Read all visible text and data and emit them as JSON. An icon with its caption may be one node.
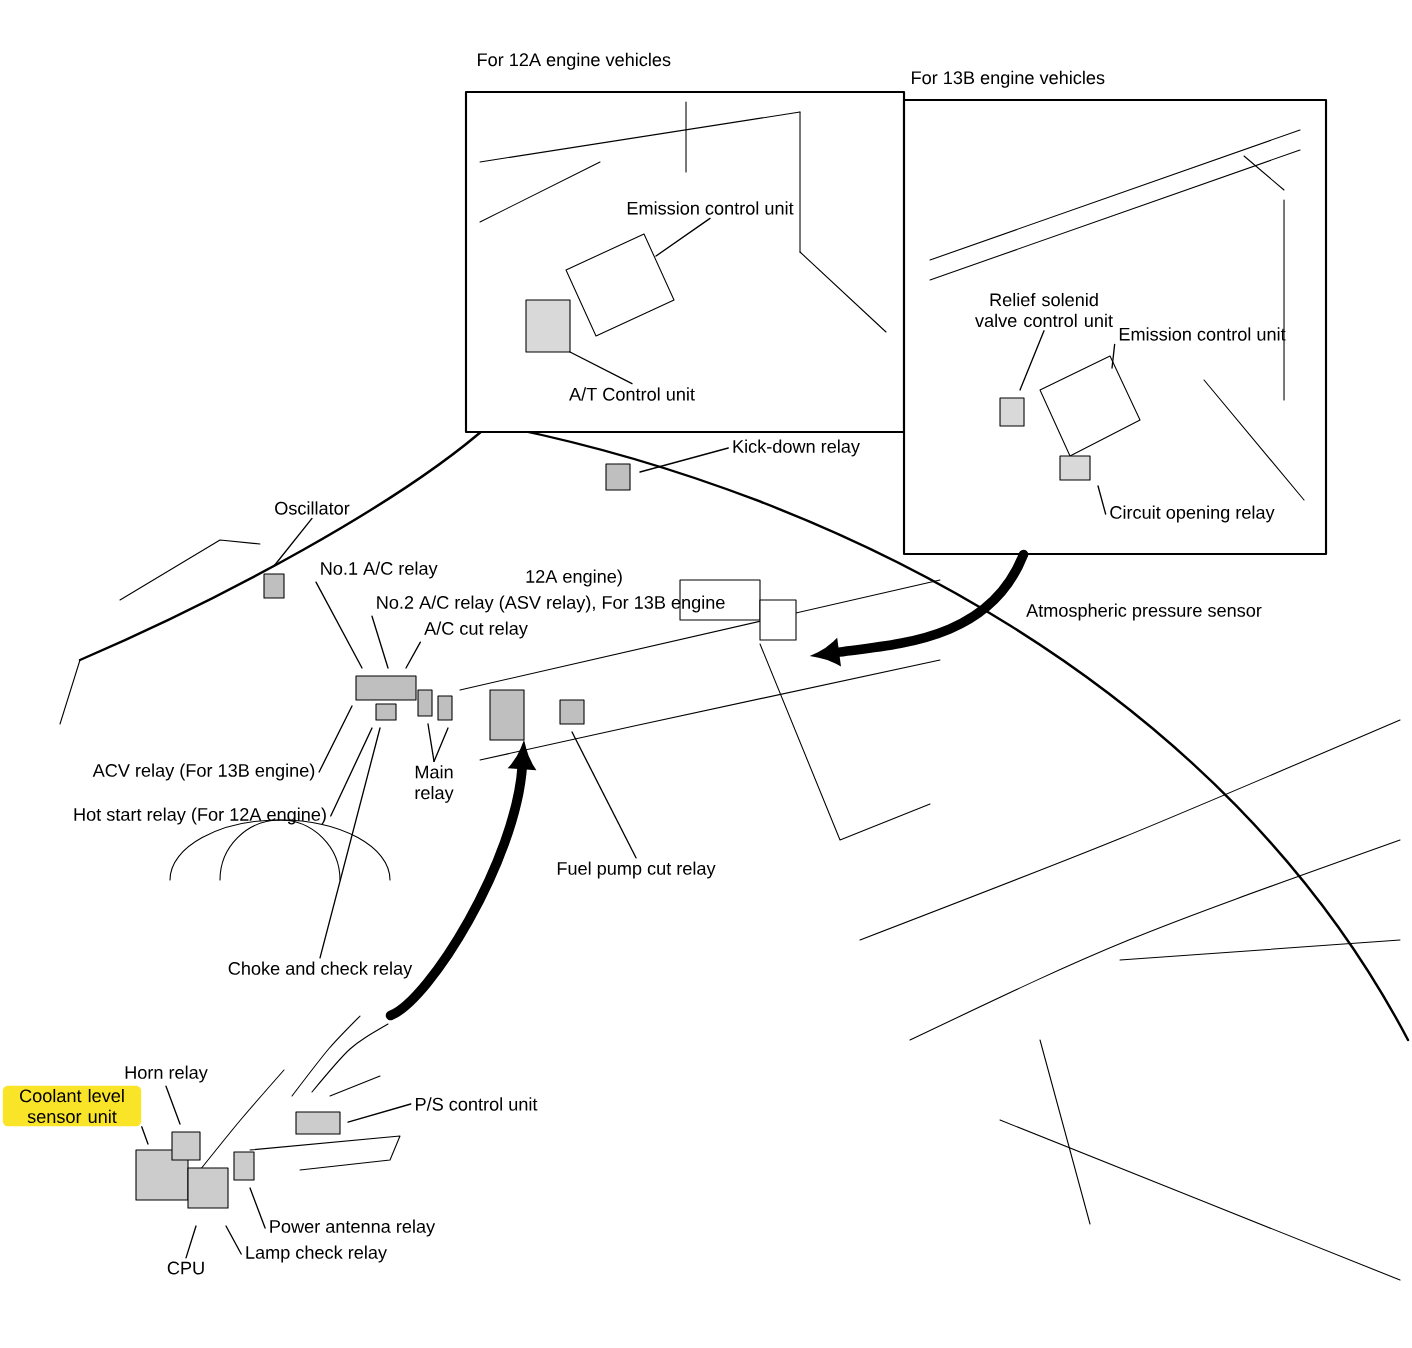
{
  "diagram": {
    "nodes": [
      {
        "text": [
          "For 12A engine vehicles"
        ]
      },
      {
        "text": [
          "Emission control unit"
        ],
        "in": 0
      },
      {
        "text": [
          "A/T Control unit"
        ],
        "in": 0
      },
      {
        "text": [
          "For 13B engine vehicles"
        ]
      },
      {
        "text": [
          "Relief solenid valve control unit"
        ],
        "in": 3
      },
      {
        "text": [
          "Emission control unit"
        ],
        "in": 3
      },
      {
        "text": [
          "Circuit opening relay"
        ],
        "in": 3
      },
      {
        "text": [
          "Kick-down relay"
        ]
      },
      {
        "text": [
          "Oscillator"
        ]
      },
      {
        "text": [
          "No.1 A/C relay"
        ]
      },
      {
        "text": [
          "No.2 A/C relay (ASV relay), For 13B engine"
        ]
      },
      {
        "text": [
          "A/C cut relay"
        ]
      },
      {
        "text": [
          "ACV relay (For 13B engine)"
        ]
      },
      {
        "text": [
          "Hot start relay (For 12A engine)"
        ]
      },
      {
        "text": [
          "Main relay"
        ]
      },
      {
        "text": [
          "Fuel pump cut relay"
        ]
      },
      {
        "text": [
          "Choke and check relay"
        ]
      },
      {
        "text": [
          "Horn relay"
        ]
      },
      {
        "text": [
          "Coolant level sensor unit"
        ]
      },
      {
        "text": [
          "P/S control unit"
        ]
      },
      {
        "text": [
          "Power antenna relay"
        ]
      },
      {
        "text": [
          "Lamp check relay"
        ]
      },
      {
        "text": [
          "CPU"
        ]
      },
      {
        "text": [],
        "shape": "picture"
      }
    ],
    "edges": [
      {
        "from": 1,
        "to": null,
        "arrow": "none"
      },
      {
        "from": 2,
        "to": null,
        "arrow": "none"
      },
      {
        "from": 4,
        "to": null,
        "arrow": "none"
      },
      {
        "from": 5,
        "to": null,
        "arrow": "none"
      },
      {
        "from": 6,
        "to": null,
        "arrow": "none"
      },
      {
        "from": 7,
        "to": null,
        "arrow": "none"
      },
      {
        "from": 8,
        "to": null,
        "arrow": "none"
      },
      {
        "from": 9,
        "to": null,
        "arrow": "none"
      },
      {
        "from": 10,
        "to": null,
        "arrow": "none"
      },
      {
        "from": 11,
        "to": null,
        "arrow": "none"
      },
      {
        "from": 12,
        "to": null,
        "arrow": "none"
      },
      {
        "from": 13,
        "to": null,
        "arrow": "none"
      },
      {
        "from": 14,
        "to": null,
        "arrow": "none"
      },
      {
        "from": 14,
        "to": null,
        "arrow": "none"
      },
      {
        "from": 15,
        "to": null,
        "arrow": "none"
      },
      {
        "from": 16,
        "to": null,
        "arrow": "none"
      },
      {
        "from": 17,
        "to": null,
        "arrow": "none"
      },
      {
        "from": 18,
        "to": null,
        "arrow": "none"
      },
      {
        "from": 19,
        "to": null,
        "arrow": "none"
      },
      {
        "from": 20,
        "to": null,
        "arrow": "none"
      },
      {
        "from": 21,
        "to": null,
        "arrow": "none"
      },
      {
        "from": 22,
        "to": null,
        "arrow": "none"
      },
      {
        "from": 3,
        "to": null,
        "arrow": "to",
        "style": "thick"
      },
      {
        "from": 23,
        "to": null,
        "arrow": "to",
        "style": "thick"
      }
    ],
    "labels": [
      "12A engine)",
      "Atmospheric pressure sensor"
    ]
  }
}
